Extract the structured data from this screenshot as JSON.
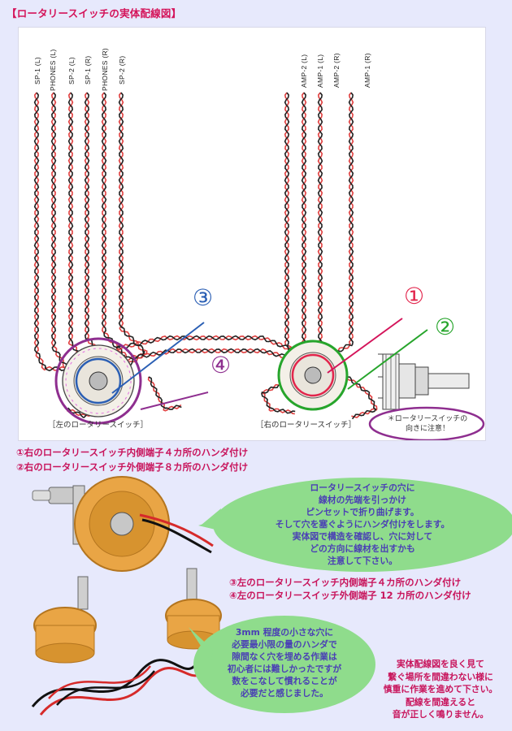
{
  "title": "【ロータリースイッチの実体配線図】",
  "colors": {
    "accent_pink": "#d4145a",
    "marker_blue": "#2b5fb4",
    "marker_purple": "#8e2e8f",
    "marker_red": "#e2254c",
    "marker_green": "#27a52c",
    "bubble_green": "#8fdc8c",
    "bubble_text": "#4a3fb5",
    "wire_red": "#e04040",
    "wire_black": "#222222"
  },
  "diagram": {
    "left_wire_labels": [
      "SP-1 (L)",
      "PHONES (L)",
      "SP-2 (L)",
      "SP-1 (R)",
      "PHONES (R)",
      "SP-2 (R)"
    ],
    "right_wire_labels": [
      "AMP-2 (L)",
      "AMP-1 (L)",
      "AMP-2 (R)",
      "AMP-1 (R)"
    ],
    "left_caption": "［左のロータリースイッチ］",
    "right_caption": "［右のロータリースイッチ］",
    "warning_note": "＊ロータリースイッチの\n向きに注意！",
    "markers": {
      "m1": "①",
      "m2": "②",
      "m3": "③",
      "m4": "④"
    }
  },
  "steps": {
    "step1": "①右のロータリースイッチ内側端子４カ所のハンダ付け",
    "step2": "②右のロータリースイッチ外側端子８カ所のハンダ付け",
    "step3": "③左のロータリースイッチ内側端子４カ所のハンダ付け",
    "step4": "④左のロータリースイッチ外側端子 12 カ所のハンダ付け"
  },
  "bubbles": {
    "top": "ロータリースイッチの穴に\n線材の先端を引っかけ\nピンセットで折り曲げます。\nそして穴を塞ぐようにハンダ付けをします。\n実体図で構造を確認し、穴に対して\nどの方向に線材を出すかも\n注意して下さい。",
    "bottom": "3mm 程度の小さな穴に\n必要最小限の量のハンダで\n隙間なく穴を埋める作業は\n初心者には難しかったですが\n数をこなして慣れることが\n必要だと感じました。"
  },
  "bottom_note": "実体配線図を良く見て\n繋ぐ場所を間違わない様に\n慎重に作業を進めて下さい。\n配線を間違えると\n音が正しく鳴りません。"
}
